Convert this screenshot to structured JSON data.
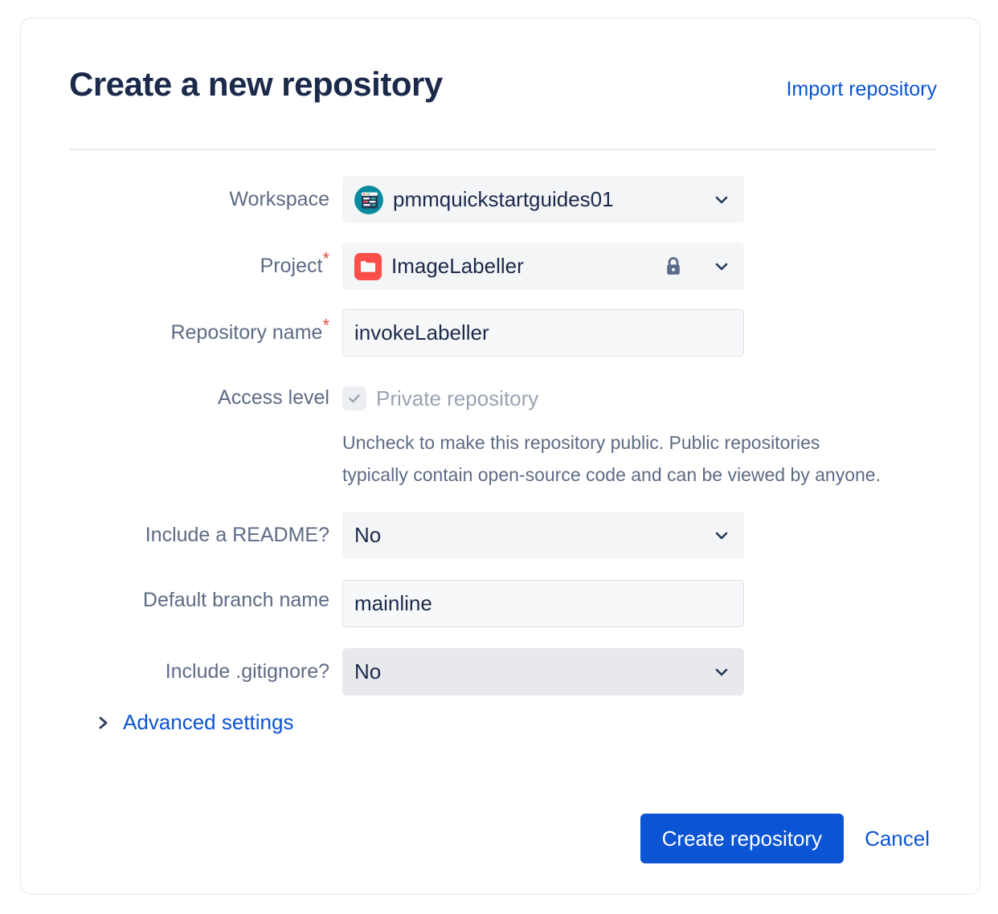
{
  "header": {
    "title": "Create a new repository",
    "import_link": "Import repository"
  },
  "form": {
    "workspace": {
      "label": "Workspace",
      "value": "pmmquickstartguides01",
      "avatar_icon": "workspace-avatar-icon",
      "chevron_icon": "chevron-down-icon"
    },
    "project": {
      "label": "Project",
      "required_marker": "*",
      "value": "ImageLabeller",
      "avatar_icon": "project-folder-icon",
      "lock_icon": "lock-icon",
      "chevron_icon": "chevron-down-icon"
    },
    "repository_name": {
      "label": "Repository name",
      "required_marker": "*",
      "value": "invokeLabeller",
      "placeholder": ""
    },
    "access_level": {
      "label": "Access level",
      "checkbox_label": "Private repository",
      "checked": true,
      "check_icon": "checkmark-icon",
      "help_text": "Uncheck to make this repository public. Public repositories typically contain open-source code and can be viewed by anyone."
    },
    "include_readme": {
      "label": "Include a README?",
      "value": "No",
      "chevron_icon": "chevron-down-icon"
    },
    "default_branch": {
      "label": "Default branch name",
      "value": "mainline",
      "placeholder": ""
    },
    "include_gitignore": {
      "label": "Include .gitignore?",
      "value": "No",
      "chevron_icon": "chevron-down-icon"
    },
    "advanced_settings": {
      "label": "Advanced settings",
      "chevron_icon": "chevron-right-icon",
      "expanded": false
    }
  },
  "footer": {
    "submit_label": "Create repository",
    "cancel_label": "Cancel"
  },
  "colors": {
    "accent_blue": "#0b54d4",
    "title_navy": "#1b2a4b",
    "label_slate": "#5d6b85",
    "required_red": "#e8513a",
    "field_grey": "#f4f5f7",
    "field_grey_hover": "#e7e9ed",
    "workspace_avatar_teal": "#0a8a9e",
    "project_icon_red": "#fc4f4a"
  }
}
